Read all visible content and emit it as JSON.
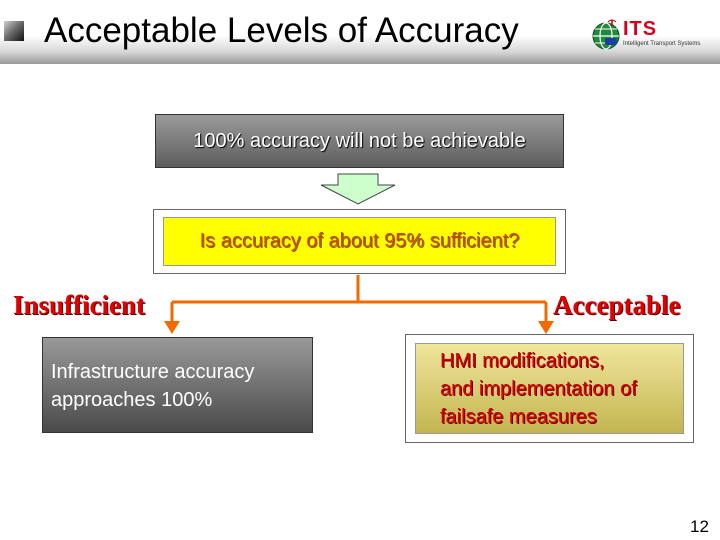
{
  "slide": {
    "title": "Acceptable Levels of Accuracy",
    "page_number": "12",
    "logo": {
      "name": "its-logo",
      "text": "ITS",
      "subtitle": "Intelligent Transport Systems"
    }
  },
  "diagram": {
    "top_box": "100% accuracy will not be achievable",
    "question_box": "Is accuracy of about 95% sufficient?",
    "branch_left_label": "Insufficient",
    "branch_right_label": "Acceptable",
    "left_outcome": [
      "Infrastructure accuracy",
      "approaches 100%"
    ],
    "right_outcome": [
      "HMI modifications,",
      "and implementation of",
      "failsafe measures"
    ]
  },
  "colors": {
    "connector": "#f06a00",
    "arrow_fill": "#ccffcc",
    "label_red": "#e00000",
    "question_fill": "#ffff00"
  }
}
